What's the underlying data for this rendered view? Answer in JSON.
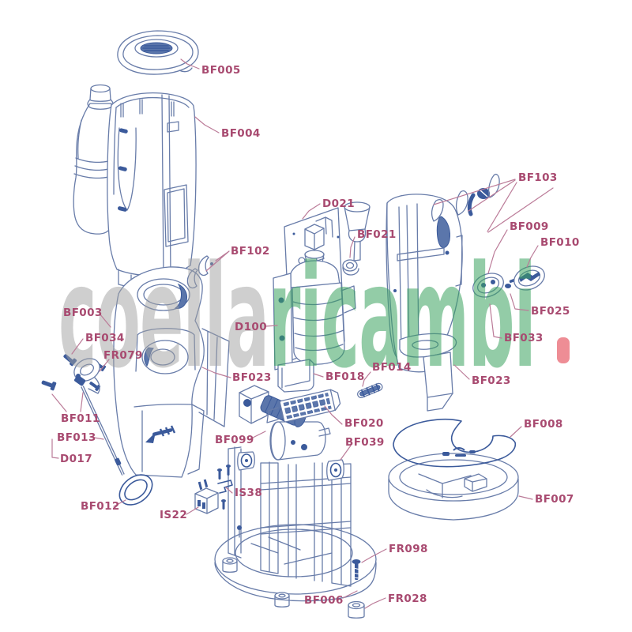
{
  "figure": {
    "kind": "exploded-parts-diagram",
    "subject": "espresso pod coffee machine spare parts"
  },
  "watermark": {
    "text": "coellaricambi.",
    "gray_part": "coella",
    "green_part": "ricambi",
    "gray_color": "#a0a0a0",
    "green_color": "#3ba35e",
    "dot_color": "#ee8d95"
  },
  "colors": {
    "label_text": "#a84a70",
    "leader_line": "#bb7b98",
    "line_art": "#687ca9",
    "line_art_dark": "#3b5a9b",
    "background": "#ffffff"
  },
  "labels": [
    {
      "text": "BF005"
    },
    {
      "text": "BF004"
    },
    {
      "text": "BF103"
    },
    {
      "text": "D021"
    },
    {
      "text": "BF021"
    },
    {
      "text": "BF009"
    },
    {
      "text": "BF010"
    },
    {
      "text": "BF102"
    },
    {
      "text": "BF003"
    },
    {
      "text": "BF034"
    },
    {
      "text": "FR079"
    },
    {
      "text": "D100"
    },
    {
      "text": "BF025"
    },
    {
      "text": "BF033"
    },
    {
      "text": "BF023"
    },
    {
      "text": "BF018"
    },
    {
      "text": "BF014"
    },
    {
      "text": "BF023"
    },
    {
      "text": "BF011"
    },
    {
      "text": "BF013"
    },
    {
      "text": "D017"
    },
    {
      "text": "BF099"
    },
    {
      "text": "BF020"
    },
    {
      "text": "BF039"
    },
    {
      "text": "BF008"
    },
    {
      "text": "BF012"
    },
    {
      "text": "IS22"
    },
    {
      "text": "IS38"
    },
    {
      "text": "BF007"
    },
    {
      "text": "FR098"
    },
    {
      "text": "BF006"
    },
    {
      "text": "FR028"
    }
  ]
}
